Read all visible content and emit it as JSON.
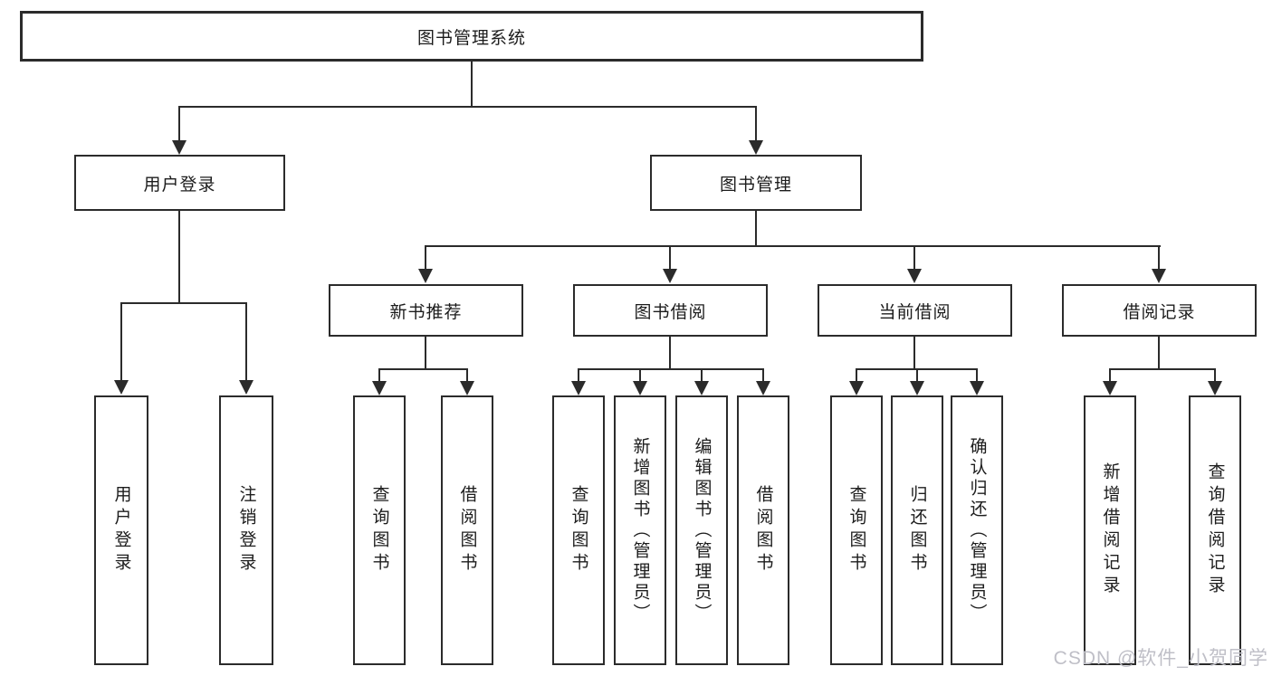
{
  "diagram": {
    "root": {
      "label": "图书管理系统"
    },
    "level2": [
      {
        "label": "用户登录"
      },
      {
        "label": "图书管理"
      }
    ],
    "level3": [
      {
        "label": "新书推荐"
      },
      {
        "label": "图书借阅"
      },
      {
        "label": "当前借阅"
      },
      {
        "label": "借阅记录"
      }
    ],
    "leaves": {
      "user_login": [
        "用户登录",
        "注销登录"
      ],
      "new_book": [
        "查询图书",
        "借阅图书"
      ],
      "book_borrow": [
        "查询图书",
        "新增图书（管理员）",
        "编辑图书（管理员）",
        "借阅图书"
      ],
      "current_borrow": [
        "查询图书",
        "归还图书",
        "确认归还（管理员）"
      ],
      "borrow_record": [
        "新增借阅记录",
        "查询借阅记录"
      ]
    }
  },
  "watermark": {
    "text": "CSDN @软件_小贺同学"
  },
  "colors": {
    "line": "#2b2b2b",
    "text": "#1c1c1c",
    "watermark": "#bfbfc7",
    "background": "#ffffff"
  }
}
